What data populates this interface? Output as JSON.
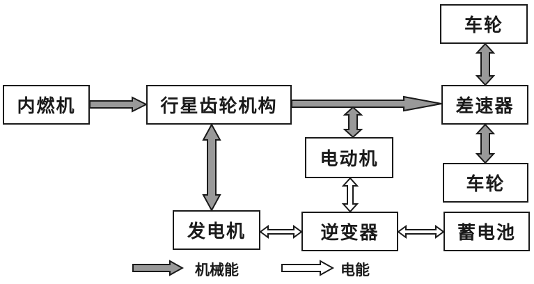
{
  "diagram": {
    "title": "",
    "nodes": {
      "engine": "内燃机",
      "planetary": "行星齿轮机构",
      "differential": "差速器",
      "wheel_top": "车轮",
      "wheel_bottom": "车轮",
      "motor": "电动机",
      "generator": "发电机",
      "inverter": "逆变器",
      "battery": "蓄电池"
    },
    "edges": [
      {
        "from": "内燃机",
        "to": "行星齿轮机构",
        "type": "mechanical",
        "direction": "one-way"
      },
      {
        "from": "行星齿轮机构",
        "to": "差速器",
        "type": "mechanical",
        "direction": "one-way"
      },
      {
        "from": "差速器",
        "to": "车轮(上)",
        "type": "mechanical",
        "direction": "two-way"
      },
      {
        "from": "差速器",
        "to": "车轮(下)",
        "type": "mechanical",
        "direction": "two-way"
      },
      {
        "from": "行星齿轮机构-差速器 传动",
        "to": "电动机",
        "type": "mechanical",
        "direction": "two-way"
      },
      {
        "from": "行星齿轮机构",
        "to": "发电机",
        "type": "mechanical",
        "direction": "two-way"
      },
      {
        "from": "电动机",
        "to": "逆变器",
        "type": "electrical",
        "direction": "two-way"
      },
      {
        "from": "发电机",
        "to": "逆变器",
        "type": "electrical",
        "direction": "two-way"
      },
      {
        "from": "逆变器",
        "to": "蓄电池",
        "type": "electrical",
        "direction": "two-way"
      }
    ],
    "legend": {
      "mechanical": "机械能",
      "electrical": "电能"
    },
    "colors": {
      "mechanical_fill": "#999999",
      "electrical_fill": "#ffffff",
      "stroke": "#1a1a1a"
    }
  }
}
